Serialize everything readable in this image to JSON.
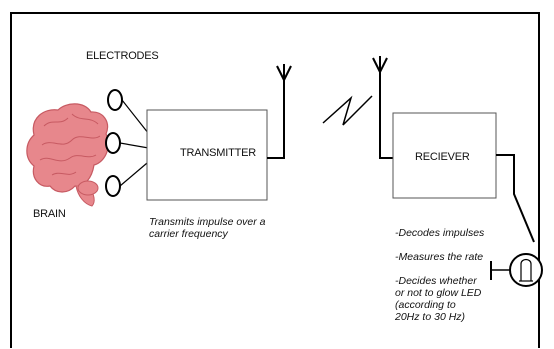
{
  "labels": {
    "electrodes": "ELECTRODES",
    "brain": "BRAIN",
    "transmitter": "TRANSMITTER",
    "receiver": "RECIEVER"
  },
  "notes": {
    "transmitter_caption_line1": "Transmits impulse over a",
    "transmitter_caption_line2": "carrier frequency",
    "receiver_list": {
      "item1": "-Decodes impulses",
      "item2": "-Measures the rate",
      "item3_line1": "-Decides whether",
      "item3_line2": "or not to glow LED",
      "item3_line3": "(according to",
      "item3_line4": "20Hz to 30 Hz)"
    }
  },
  "colors": {
    "brain_fill": "#e7878c",
    "brain_stroke": "#c75a62",
    "line": "#000000"
  }
}
